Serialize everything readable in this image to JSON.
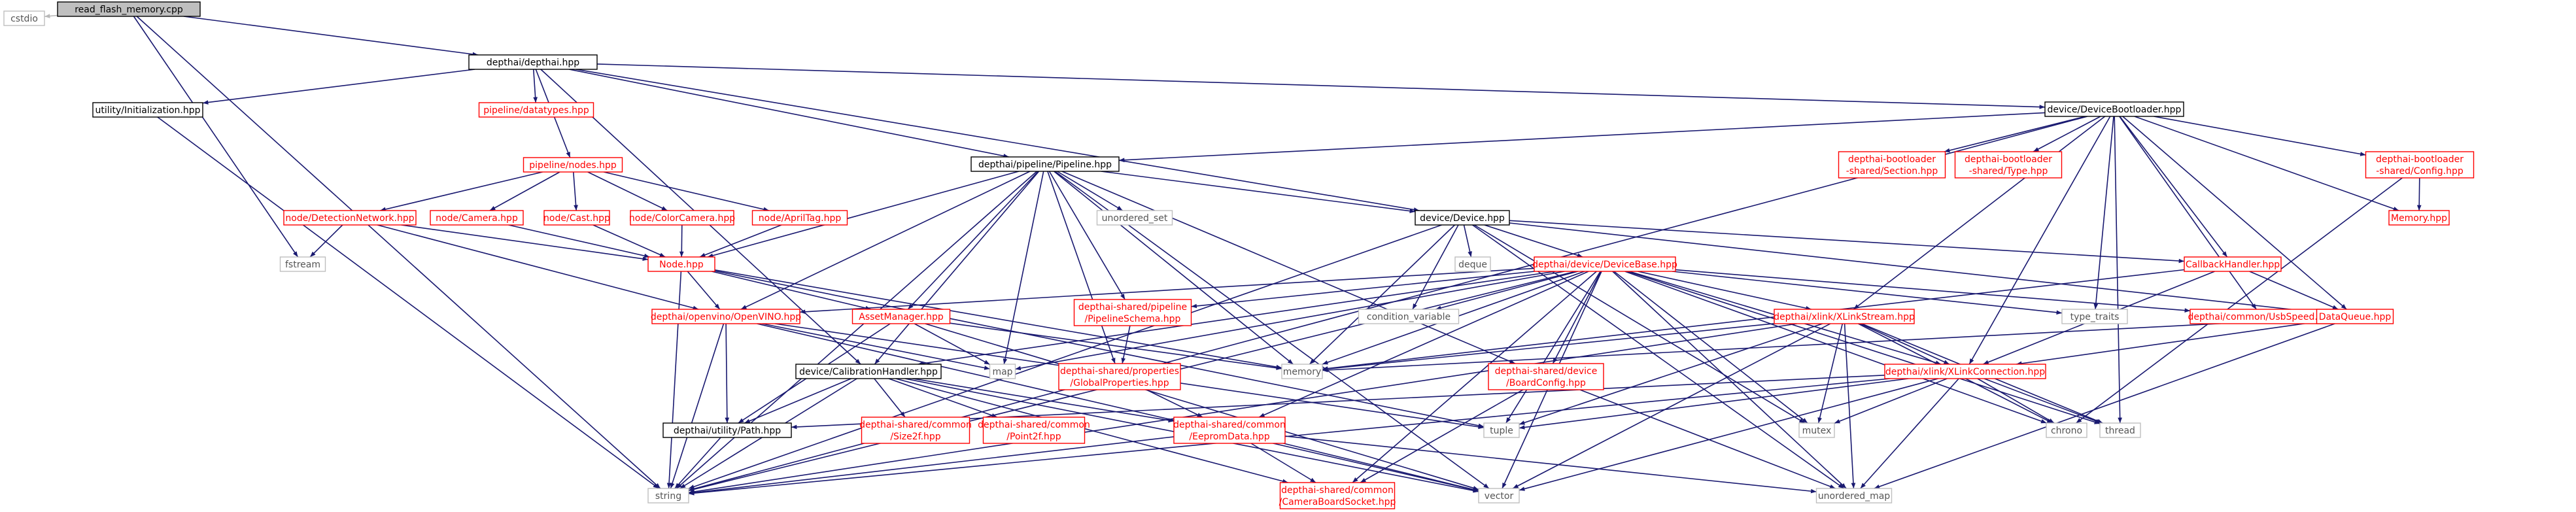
{
  "diagram": {
    "nodes": [
      {
        "id": "root",
        "label": [
          "read_flash_memory.cpp"
        ],
        "kind": "root"
      },
      {
        "id": "cstdio",
        "label": [
          "cstdio"
        ],
        "kind": "ext"
      },
      {
        "id": "depthai",
        "label": [
          "depthai/depthai.hpp"
        ],
        "kind": "doc"
      },
      {
        "id": "util_init",
        "label": [
          "utility/Initialization.hpp"
        ],
        "kind": "doc"
      },
      {
        "id": "pipeline_datatypes",
        "label": [
          "pipeline/datatypes.hpp"
        ],
        "kind": "red"
      },
      {
        "id": "pipeline_nodes",
        "label": [
          "pipeline/nodes.hpp"
        ],
        "kind": "red"
      },
      {
        "id": "node_detection",
        "label": [
          "node/DetectionNetwork.hpp"
        ],
        "kind": "red"
      },
      {
        "id": "node_camera",
        "label": [
          "node/Camera.hpp"
        ],
        "kind": "red"
      },
      {
        "id": "node_cast",
        "label": [
          "node/Cast.hpp"
        ],
        "kind": "red"
      },
      {
        "id": "node_colorcamera",
        "label": [
          "node/ColorCamera.hpp"
        ],
        "kind": "red"
      },
      {
        "id": "node_apriltag",
        "label": [
          "node/AprilTag.hpp"
        ],
        "kind": "red"
      },
      {
        "id": "fstream",
        "label": [
          "fstream"
        ],
        "kind": "ext"
      },
      {
        "id": "node_hpp",
        "label": [
          "Node.hpp"
        ],
        "kind": "red"
      },
      {
        "id": "openvino",
        "label": [
          "depthai/openvino/OpenVINO.hpp"
        ],
        "kind": "red"
      },
      {
        "id": "asset_manager",
        "label": [
          "AssetManager.hpp"
        ],
        "kind": "red"
      },
      {
        "id": "pipeline_pipeline",
        "label": [
          "depthai/pipeline/Pipeline.hpp"
        ],
        "kind": "doc"
      },
      {
        "id": "unordered_set",
        "label": [
          "unordered_set"
        ],
        "kind": "ext"
      },
      {
        "id": "pipeline_schema",
        "label": [
          "depthai-shared/pipeline",
          "/PipelineSchema.hpp"
        ],
        "kind": "red"
      },
      {
        "id": "global_props",
        "label": [
          "depthai-shared/properties",
          "/GlobalProperties.hpp"
        ],
        "kind": "red"
      },
      {
        "id": "calibration_handler",
        "label": [
          "device/CalibrationHandler.hpp"
        ],
        "kind": "doc"
      },
      {
        "id": "utility_path",
        "label": [
          "depthai/utility/Path.hpp"
        ],
        "kind": "doc"
      },
      {
        "id": "size2f",
        "label": [
          "depthai-shared/common",
          "/Size2f.hpp"
        ],
        "kind": "red"
      },
      {
        "id": "point2f",
        "label": [
          "depthai-shared/common",
          "/Point2f.hpp"
        ],
        "kind": "red"
      },
      {
        "id": "eeprom",
        "label": [
          "depthai-shared/common",
          "/EepromData.hpp"
        ],
        "kind": "red"
      },
      {
        "id": "camera_socket",
        "label": [
          "depthai-shared/common",
          "/CameraBoardSocket.hpp"
        ],
        "kind": "red"
      },
      {
        "id": "map",
        "label": [
          "map"
        ],
        "kind": "ext"
      },
      {
        "id": "memory",
        "label": [
          "memory"
        ],
        "kind": "ext"
      },
      {
        "id": "string",
        "label": [
          "string"
        ],
        "kind": "ext"
      },
      {
        "id": "vector",
        "label": [
          "vector"
        ],
        "kind": "ext"
      },
      {
        "id": "tuple",
        "label": [
          "tuple"
        ],
        "kind": "ext"
      },
      {
        "id": "device_device",
        "label": [
          "device/Device.hpp"
        ],
        "kind": "doc"
      },
      {
        "id": "deque",
        "label": [
          "deque"
        ],
        "kind": "ext"
      },
      {
        "id": "condition_variable",
        "label": [
          "condition_variable"
        ],
        "kind": "ext"
      },
      {
        "id": "device_base",
        "label": [
          "depthai/device/DeviceBase.hpp"
        ],
        "kind": "red"
      },
      {
        "id": "board_config",
        "label": [
          "depthai-shared/device",
          "/BoardConfig.hpp"
        ],
        "kind": "red"
      },
      {
        "id": "xlink_stream",
        "label": [
          "depthai/xlink/XLinkStream.hpp"
        ],
        "kind": "red"
      },
      {
        "id": "type_traits",
        "label": [
          "type_traits"
        ],
        "kind": "ext"
      },
      {
        "id": "usb_speed",
        "label": [
          "depthai/common/UsbSpeed.hpp"
        ],
        "kind": "red"
      },
      {
        "id": "mutex",
        "label": [
          "mutex"
        ],
        "kind": "ext"
      },
      {
        "id": "xlink_connection",
        "label": [
          "depthai/xlink/XLinkConnection.hpp"
        ],
        "kind": "red"
      },
      {
        "id": "chrono",
        "label": [
          "chrono"
        ],
        "kind": "ext"
      },
      {
        "id": "thread",
        "label": [
          "thread"
        ],
        "kind": "ext"
      },
      {
        "id": "unordered_map",
        "label": [
          "unordered_map"
        ],
        "kind": "ext"
      },
      {
        "id": "device_bootloader",
        "label": [
          "device/DeviceBootloader.hpp"
        ],
        "kind": "doc"
      },
      {
        "id": "bl_section",
        "label": [
          "depthai-bootloader",
          "-shared/Section.hpp"
        ],
        "kind": "red"
      },
      {
        "id": "bl_type",
        "label": [
          "depthai-bootloader",
          "-shared/Type.hpp"
        ],
        "kind": "red"
      },
      {
        "id": "bl_config",
        "label": [
          "depthai-bootloader",
          "-shared/Config.hpp"
        ],
        "kind": "red"
      },
      {
        "id": "memory_hpp",
        "label": [
          "Memory.hpp"
        ],
        "kind": "red"
      },
      {
        "id": "callback_handler",
        "label": [
          "CallbackHandler.hpp"
        ],
        "kind": "red"
      },
      {
        "id": "data_queue",
        "label": [
          "DataQueue.hpp"
        ],
        "kind": "red"
      }
    ],
    "edges": [
      [
        "root",
        "cstdio"
      ],
      [
        "root",
        "depthai"
      ],
      [
        "root",
        "fstream"
      ],
      [
        "root",
        "string"
      ],
      [
        "depthai",
        "util_init"
      ],
      [
        "depthai",
        "pipeline_datatypes"
      ],
      [
        "depthai",
        "pipeline_nodes"
      ],
      [
        "depthai",
        "pipeline_pipeline"
      ],
      [
        "depthai",
        "device_device"
      ],
      [
        "depthai",
        "device_bootloader"
      ],
      [
        "depthai",
        "calibration_handler"
      ],
      [
        "util_init",
        "string"
      ],
      [
        "pipeline_nodes",
        "node_detection"
      ],
      [
        "pipeline_nodes",
        "node_camera"
      ],
      [
        "pipeline_nodes",
        "node_cast"
      ],
      [
        "pipeline_nodes",
        "node_colorcamera"
      ],
      [
        "pipeline_nodes",
        "node_apriltag"
      ],
      [
        "node_detection",
        "fstream"
      ],
      [
        "node_detection",
        "node_hpp"
      ],
      [
        "node_detection",
        "openvino"
      ],
      [
        "node_camera",
        "node_hpp"
      ],
      [
        "node_cast",
        "node_hpp"
      ],
      [
        "node_colorcamera",
        "node_hpp"
      ],
      [
        "node_apriltag",
        "node_hpp"
      ],
      [
        "node_hpp",
        "openvino"
      ],
      [
        "node_hpp",
        "asset_manager"
      ],
      [
        "node_hpp",
        "string"
      ],
      [
        "node_hpp",
        "tuple"
      ],
      [
        "node_hpp",
        "memory"
      ],
      [
        "openvino",
        "utility_path"
      ],
      [
        "openvino",
        "string"
      ],
      [
        "openvino",
        "map"
      ],
      [
        "openvino",
        "vector"
      ],
      [
        "openvino",
        "tuple"
      ],
      [
        "asset_manager",
        "utility_path"
      ],
      [
        "asset_manager",
        "map"
      ],
      [
        "asset_manager",
        "memory"
      ],
      [
        "asset_manager",
        "vector"
      ],
      [
        "pipeline_pipeline",
        "node_hpp"
      ],
      [
        "pipeline_pipeline",
        "openvino"
      ],
      [
        "pipeline_pipeline",
        "asset_manager"
      ],
      [
        "pipeline_pipeline",
        "unordered_set"
      ],
      [
        "pipeline_pipeline",
        "pipeline_schema"
      ],
      [
        "pipeline_pipeline",
        "global_props"
      ],
      [
        "pipeline_pipeline",
        "memory"
      ],
      [
        "pipeline_pipeline",
        "map"
      ],
      [
        "pipeline_pipeline",
        "vector"
      ],
      [
        "pipeline_pipeline",
        "string"
      ],
      [
        "pipeline_pipeline",
        "device_device"
      ],
      [
        "pipeline_pipeline",
        "board_config"
      ],
      [
        "pipeline_pipeline",
        "calibration_handler"
      ],
      [
        "pipeline_schema",
        "global_props"
      ],
      [
        "global_props",
        "eeprom"
      ],
      [
        "calibration_handler",
        "utility_path"
      ],
      [
        "calibration_handler",
        "size2f"
      ],
      [
        "calibration_handler",
        "point2f"
      ],
      [
        "calibration_handler",
        "eeprom"
      ],
      [
        "calibration_handler",
        "camera_socket"
      ],
      [
        "calibration_handler",
        "string"
      ],
      [
        "calibration_handler",
        "vector"
      ],
      [
        "utility_path",
        "string"
      ],
      [
        "eeprom",
        "camera_socket"
      ],
      [
        "eeprom",
        "string"
      ],
      [
        "eeprom",
        "vector"
      ],
      [
        "eeprom",
        "unordered_map"
      ],
      [
        "device_device",
        "device_base"
      ],
      [
        "device_device",
        "deque"
      ],
      [
        "device_device",
        "condition_variable"
      ],
      [
        "device_device",
        "memory"
      ],
      [
        "device_device",
        "mutex"
      ],
      [
        "device_device",
        "string"
      ],
      [
        "device_device",
        "data_queue"
      ],
      [
        "device_device",
        "unordered_map"
      ],
      [
        "device_device",
        "callback_handler"
      ],
      [
        "device_base",
        "openvino"
      ],
      [
        "device_base",
        "pipeline_schema"
      ],
      [
        "device_base",
        "board_config"
      ],
      [
        "device_base",
        "xlink_stream"
      ],
      [
        "device_base",
        "xlink_connection"
      ],
      [
        "device_base",
        "usb_speed"
      ],
      [
        "device_base",
        "type_traits"
      ],
      [
        "device_base",
        "condition_variable"
      ],
      [
        "device_base",
        "memory"
      ],
      [
        "device_base",
        "mutex"
      ],
      [
        "device_base",
        "thread"
      ],
      [
        "device_base",
        "chrono"
      ],
      [
        "device_base",
        "vector"
      ],
      [
        "device_base",
        "string"
      ],
      [
        "device_base",
        "tuple"
      ],
      [
        "device_base",
        "unordered_map"
      ],
      [
        "device_base",
        "map"
      ],
      [
        "device_base",
        "calibration_handler"
      ],
      [
        "device_base",
        "eeprom"
      ],
      [
        "device_base",
        "camera_socket"
      ],
      [
        "board_config",
        "camera_socket"
      ],
      [
        "board_config",
        "unordered_map"
      ],
      [
        "xlink_stream",
        "xlink_connection"
      ],
      [
        "xlink_stream",
        "memory"
      ],
      [
        "xlink_stream",
        "mutex"
      ],
      [
        "xlink_stream",
        "string"
      ],
      [
        "xlink_stream",
        "tuple"
      ],
      [
        "xlink_stream",
        "vector"
      ],
      [
        "xlink_stream",
        "chrono"
      ],
      [
        "xlink_stream",
        "thread"
      ],
      [
        "xlink_stream",
        "unordered_map"
      ],
      [
        "xlink_connection",
        "chrono"
      ],
      [
        "xlink_connection",
        "mutex"
      ],
      [
        "xlink_connection",
        "thread"
      ],
      [
        "xlink_connection",
        "tuple"
      ],
      [
        "xlink_connection",
        "vector"
      ],
      [
        "xlink_connection",
        "string"
      ],
      [
        "xlink_connection",
        "unordered_map"
      ],
      [
        "xlink_connection",
        "utility_path"
      ],
      [
        "device_bootloader",
        "bl_section"
      ],
      [
        "device_bootloader",
        "bl_type"
      ],
      [
        "device_bootloader",
        "bl_config"
      ],
      [
        "device_bootloader",
        "memory_hpp"
      ],
      [
        "device_bootloader",
        "callback_handler"
      ],
      [
        "device_bootloader",
        "data_queue"
      ],
      [
        "device_bootloader",
        "usb_speed"
      ],
      [
        "device_bootloader",
        "xlink_stream"
      ],
      [
        "device_bootloader",
        "xlink_connection"
      ],
      [
        "device_bootloader",
        "pipeline_pipeline"
      ],
      [
        "device_bootloader",
        "type_traits"
      ],
      [
        "device_bootloader",
        "string"
      ],
      [
        "device_bootloader",
        "thread"
      ],
      [
        "bl_config",
        "memory_hpp"
      ],
      [
        "bl_config",
        "chrono"
      ],
      [
        "callback_handler",
        "data_queue"
      ],
      [
        "callback_handler",
        "xlink_connection"
      ],
      [
        "callback_handler",
        "memory"
      ],
      [
        "data_queue",
        "xlink_connection"
      ],
      [
        "data_queue",
        "memory"
      ],
      [
        "data_queue",
        "unordered_map"
      ]
    ]
  }
}
